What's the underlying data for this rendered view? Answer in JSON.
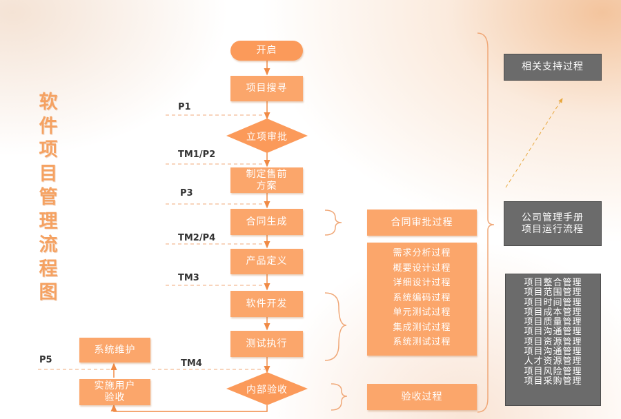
{
  "title": "软件项目管理流程图",
  "flow": {
    "start": "开启",
    "search": "项目搜寻",
    "approve": "立项审批",
    "presale": "制定售前\n方案",
    "contract": "合同生成",
    "define": "产品定义",
    "dev": "软件开发",
    "test": "测试执行",
    "accept": "内部验收",
    "deploy": "实施用户\n验收",
    "maintain": "系统维护"
  },
  "edge_labels": {
    "p1": "P1",
    "tm1p2": "TM1/P2",
    "p3": "P3",
    "tm2p4": "TM2/P4",
    "tm3": "TM3",
    "tm4": "TM4",
    "p5": "P5"
  },
  "processes": {
    "contract_approval": "合同审批过程",
    "dev_list": [
      "需求分析过程",
      "概要设计过程",
      "详细设计过程",
      "系统编码过程",
      "单元测试过程",
      "集成测试过程",
      "系统测试过程"
    ],
    "acceptance": "验收过程"
  },
  "support": {
    "related": "相关支持过程",
    "company": "公司管理手册\n项目运行流程",
    "mgmt_list": [
      "项目整合管理",
      "项目范围管理",
      "项目时间管理",
      "项目成本管理",
      "项目质量管理",
      "项目沟通管理",
      "项目资源管理",
      "项目沟通管理",
      "人才资源管理",
      "项目风险管理",
      "项目采购管理"
    ]
  },
  "colors": {
    "box": "#fba66b",
    "arrow": "#f08a45",
    "dashed": "#f2a878",
    "grey": "#6b6b6b",
    "title": "#f5a262"
  }
}
